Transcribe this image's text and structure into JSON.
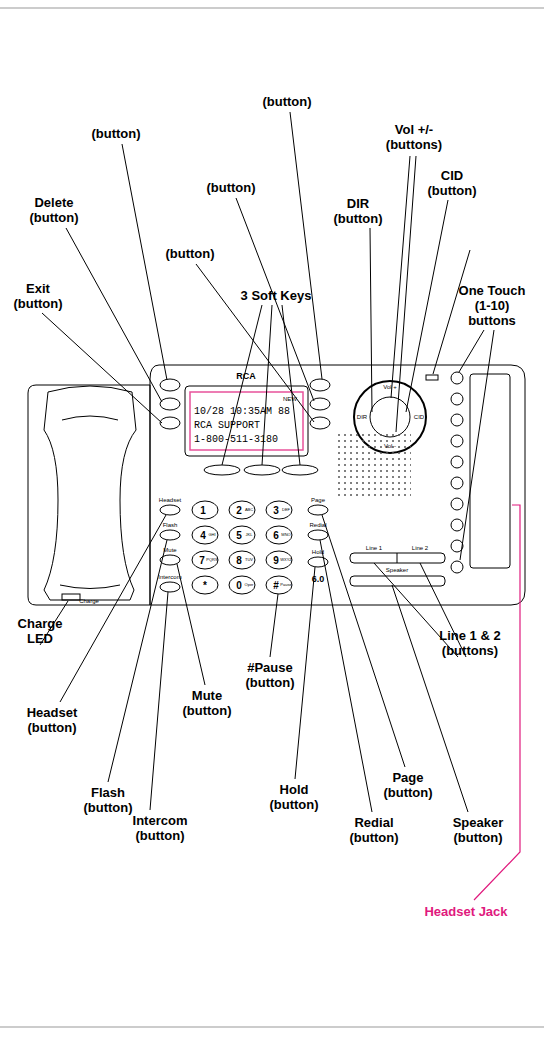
{
  "diagram": {
    "labels": [
      "(button)",
      "(button)",
      "Vol +/- (buttons)",
      "Delete (button)",
      "(button)",
      "DIR (button)",
      "CID (button)",
      "(button)",
      "Exit (button)",
      "3 Soft Keys",
      "One Touch (1-10) buttons",
      "Charge LED",
      "Headset (button)",
      "Mute (button)",
      "#Pause (button)",
      "Line 1 & 2 (buttons)",
      "Page (button)",
      "Flash (button)",
      "Hold (button)",
      "Intercom (button)",
      "Redial (button)",
      "Speaker (button)",
      "Headset Jack",
      "NEW",
      "10/28 10:35AM 88",
      "RCA SUPPORT",
      "1-800-511-3180",
      "RCA",
      "1",
      "2",
      "ABC",
      "3",
      "DEF",
      "4",
      "GHI",
      "5",
      "JKL",
      "6",
      "MNO",
      "7",
      "PQRS",
      "8",
      "TUV",
      "9",
      "WXYZ",
      "*",
      "0",
      "Oper",
      "#",
      "Pause",
      "Headset",
      "Flash",
      "Mute",
      "Intercom",
      "Page",
      "Redial",
      "Hold",
      "Line 1",
      "Line 2",
      "Speaker",
      "Charge",
      "Vol +",
      "Vol -",
      "DIR",
      "CID",
      "6.0"
    ]
  }
}
